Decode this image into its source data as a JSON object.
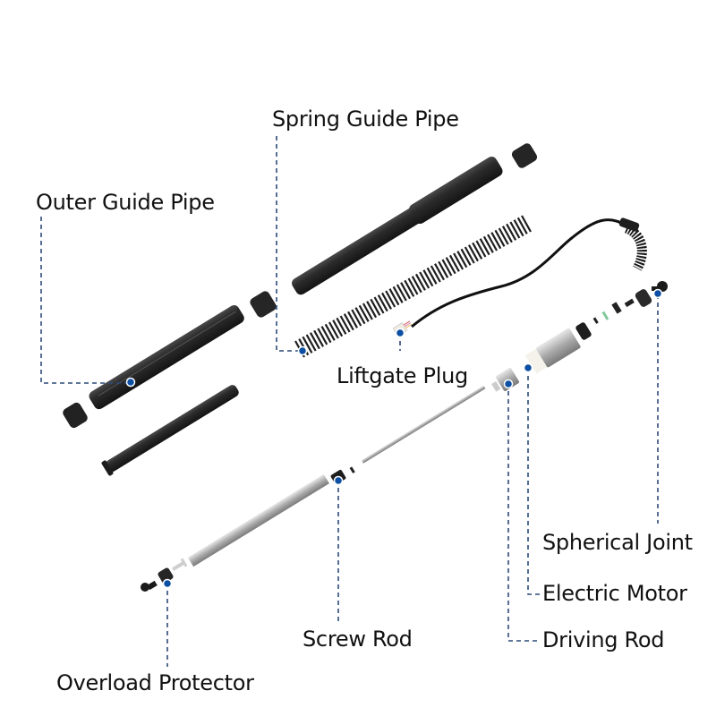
{
  "diagram": {
    "type": "exploded-view",
    "subject": "power liftgate strut",
    "colors": {
      "leader_line": "#2c4a78",
      "marker": "#0d4fa3",
      "marker_ring": "#ffffff",
      "pipe": "#2a2a2a",
      "metal": "#b8b8b8",
      "text": "#111111",
      "seal_ring": "#7fc79a"
    },
    "labels": {
      "spring_guide_pipe": "Spring Guide Pipe",
      "outer_guide_pipe": "Outer Guide Pipe",
      "liftgate_plug": "Liftgate Plug",
      "spherical_joint": "Spherical Joint",
      "electric_motor": "Electric Motor",
      "driving_rod": "Driving Rod",
      "screw_rod": "Screw Rod",
      "overload_protector": "Overload Protector"
    }
  }
}
